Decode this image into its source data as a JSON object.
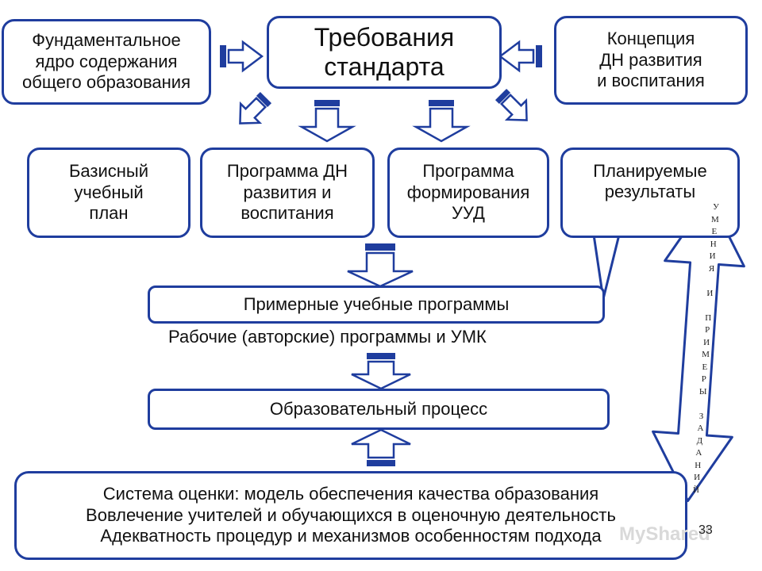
{
  "top": {
    "left": "Фундаментальное\nядро содержания\nобщего образования",
    "center": "Требования\nстандарта",
    "right": "Концепция\nДН развития\nи воспитания"
  },
  "middle": [
    {
      "label": "Базисный\nучебный\nплан"
    },
    {
      "label": "Программа ДН\nразвития и\nвоспитания"
    },
    {
      "label": "Программа\nформирования\nУУД"
    },
    {
      "label": "Планируемые\nрезультаты"
    }
  ],
  "primer": "Примерные учебные программы",
  "working": "Рабочие (авторские) программы и УМК",
  "process": "Образовательный процесс",
  "assessment": "Система оценки: модель обеспечения качества образования\nВовлечение учителей и обучающихся в оценочную деятельность\nАдекватность процедур и механизмов особенностям подхода",
  "vertical_letters": [
    "У",
    "М",
    "Е",
    "Н",
    "И",
    "Я",
    "",
    "И",
    "",
    "П",
    "Р",
    "И",
    "М",
    "Е",
    "Р",
    "Ы",
    "",
    "З",
    "А",
    "Д",
    "А",
    "Н",
    "И",
    "Й"
  ],
  "slide_number": "33",
  "watermark": "MyShared",
  "colors": {
    "border": "#1f3d9e",
    "arrow_fill": "#ffffff"
  }
}
